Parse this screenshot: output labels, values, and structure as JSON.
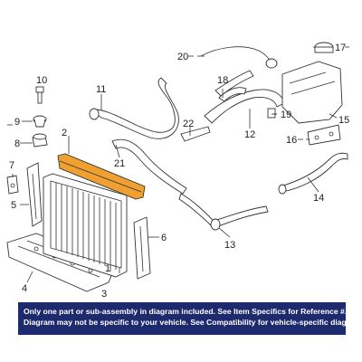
{
  "callouts": {
    "c1": "1",
    "c2": "2",
    "c3": "3",
    "c4": "4",
    "c5": "5",
    "c6": "6",
    "c7": "7",
    "c8": "8",
    "c9": "9",
    "c10": "10",
    "c11": "11",
    "c12": "12",
    "c13": "13",
    "c14": "14",
    "c15": "15",
    "c16": "16",
    "c17": "17",
    "c18": "18",
    "c19": "19",
    "c20": "20",
    "c21": "21",
    "c22": "22"
  },
  "highlight_color": "#f0a030",
  "banner_color": "#1e2a6e",
  "disclaimer": {
    "line1": "Only one part or sub-assembly in diagram included. See Item Specifics for Reference #.",
    "line2": "Diagram may not be specific to your vehicle. See Compatibility for vehicle-specific diagrams."
  }
}
